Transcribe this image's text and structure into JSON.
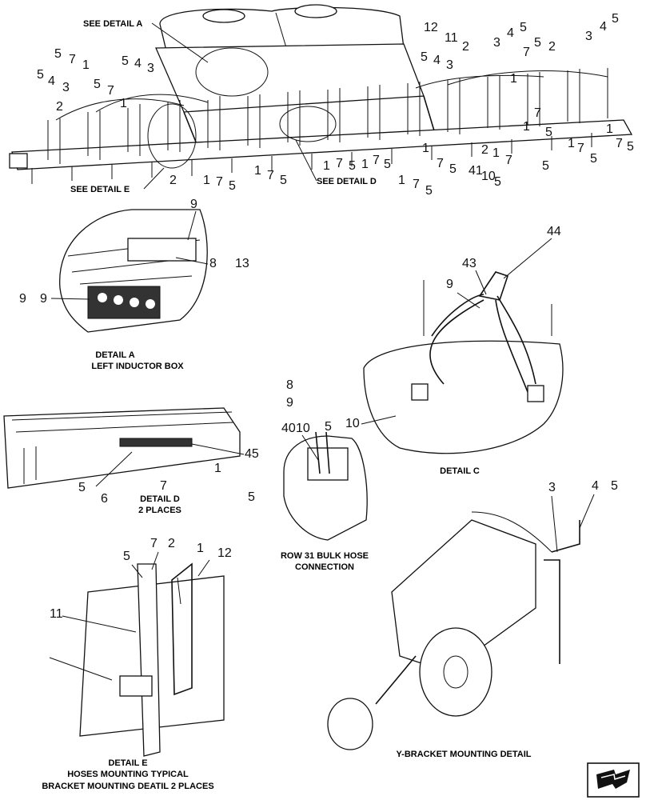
{
  "references": {
    "see_detail_a": "SEE DETAIL A",
    "see_detail_e": "SEE DETAIL E",
    "see_detail_d": "SEE DETAIL D"
  },
  "captions": {
    "detail_a_l1": "DETAIL A",
    "detail_a_l2": "LEFT INDUCTOR BOX",
    "detail_c": "DETAIL C",
    "detail_d_l1": "DETAIL D",
    "detail_d_l2": "2 PLACES",
    "row31_l1": "ROW 31 BULK HOSE",
    "row31_l2": "CONNECTION",
    "detail_e_l1": "DETAIL E",
    "detail_e_l2": "HOSES MOUNTING TYPICAL",
    "detail_e_l3": "BRACKET MOUNTING DEATIL 2 PLACES",
    "y_bracket": "Y-BRACKET MOUNTING DETAIL"
  },
  "callouts": [
    "5",
    "7",
    "1",
    "5",
    "4",
    "3",
    "5",
    "7",
    "2",
    "1",
    "5",
    "4",
    "3",
    "12",
    "11",
    "2",
    "3",
    "4",
    "5",
    "1",
    "7",
    "5",
    "2",
    "3",
    "4",
    "5",
    "5",
    "4",
    "3",
    "1",
    "7",
    "5",
    "1",
    "7",
    "5",
    "2",
    "1",
    "7",
    "5",
    "1",
    "7",
    "5",
    "2",
    "1",
    "7",
    "5",
    "1",
    "7",
    "5",
    "1",
    "7",
    "5",
    "1",
    "7",
    "5",
    "1",
    "7",
    "5",
    "1",
    "7",
    "5",
    "41",
    "10",
    "5",
    "9",
    "8",
    "13",
    "9",
    "9",
    "43",
    "44",
    "9",
    "8",
    "9",
    "40",
    "10",
    "5",
    "10",
    "5",
    "6",
    "45",
    "1",
    "7",
    "5",
    "3",
    "4",
    "5",
    "5",
    "7",
    "2",
    "1",
    "12",
    "11"
  ],
  "icons": {
    "navigation": "next-page-arrow-icon"
  }
}
